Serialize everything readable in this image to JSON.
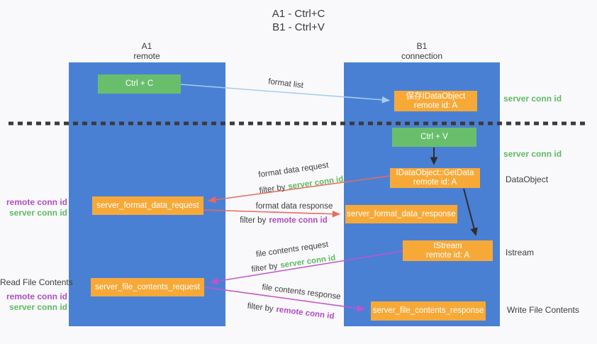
{
  "title": {
    "line1": "A1 - Ctrl+C",
    "line2": "B1 - Ctrl+V"
  },
  "lanes": {
    "left": {
      "name": "A1",
      "role": "remote"
    },
    "right": {
      "name": "B1",
      "role": "connection"
    }
  },
  "nodes": {
    "ctrl_c": {
      "label": "Ctrl + C"
    },
    "ctrl_v": {
      "label": "Ctrl + V"
    },
    "save_dataobject": {
      "line1": "保存IDataObject",
      "line2": "remote id: A"
    },
    "getdata": {
      "line1": "IDataObject::GetData",
      "line2": "remote id: A"
    },
    "istream": {
      "line1": "IStream",
      "line2": "remote id: A"
    },
    "format_request": {
      "label": "server_format_data_request"
    },
    "format_response": {
      "label": "server_format_data_response"
    },
    "file_request": {
      "label": "server_file_contents_request"
    },
    "file_response": {
      "label": "server_file_contents_response"
    }
  },
  "edge_labels": {
    "format_list": "format list",
    "format_data_request": "format data request",
    "format_data_response": "format data response",
    "file_contents_request": "file contents request",
    "file_contents_response": "file contents response",
    "filter_by": "filter by",
    "server_conn_id": "server conn id",
    "remote_conn_id": "remote conn id"
  },
  "side_labels": {
    "right_server_conn_id_1": "server conn id",
    "right_server_conn_id_2": "server conn id",
    "dataobject": "DataObject",
    "istream": "Istream",
    "write_file_contents": "Write File Contents",
    "left_remote_conn_id_1": "remote conn id",
    "left_server_conn_id_1": "server conn id",
    "read_file_contents": "Read File Contents",
    "left_remote_conn_id_2": "remote conn id",
    "left_server_conn_id_2": "server conn id"
  },
  "edges": [
    {
      "from": "ctrl_c",
      "to": "save_dataobject",
      "kind": "format-list"
    },
    {
      "from": "ctrl_v",
      "to": "getdata",
      "kind": "invoke"
    },
    {
      "from": "getdata",
      "to": "format_request",
      "kind": "format-data-request"
    },
    {
      "from": "format_request",
      "to": "format_response",
      "kind": "format-data-response"
    },
    {
      "from": "getdata",
      "to": "istream",
      "kind": "invoke"
    },
    {
      "from": "istream",
      "to": "file_request",
      "kind": "file-contents-request"
    },
    {
      "from": "file_request",
      "to": "file_response",
      "kind": "file-contents-response"
    }
  ],
  "colors": {
    "background": "#f9f9fb",
    "lane_blue": "#4a80d4",
    "node_green": "#69be6b",
    "node_orange": "#f7a938",
    "arrow_light_blue": "#a5cded",
    "arrow_black": "#2e2e2e",
    "arrow_red": "#e8695e",
    "arrow_magenta": "#c353cb",
    "text_green": "#5dbb61",
    "text_purple": "#b14cc6",
    "text_dark": "#3c3c3c",
    "dotted_line": "#3a3a3a"
  }
}
